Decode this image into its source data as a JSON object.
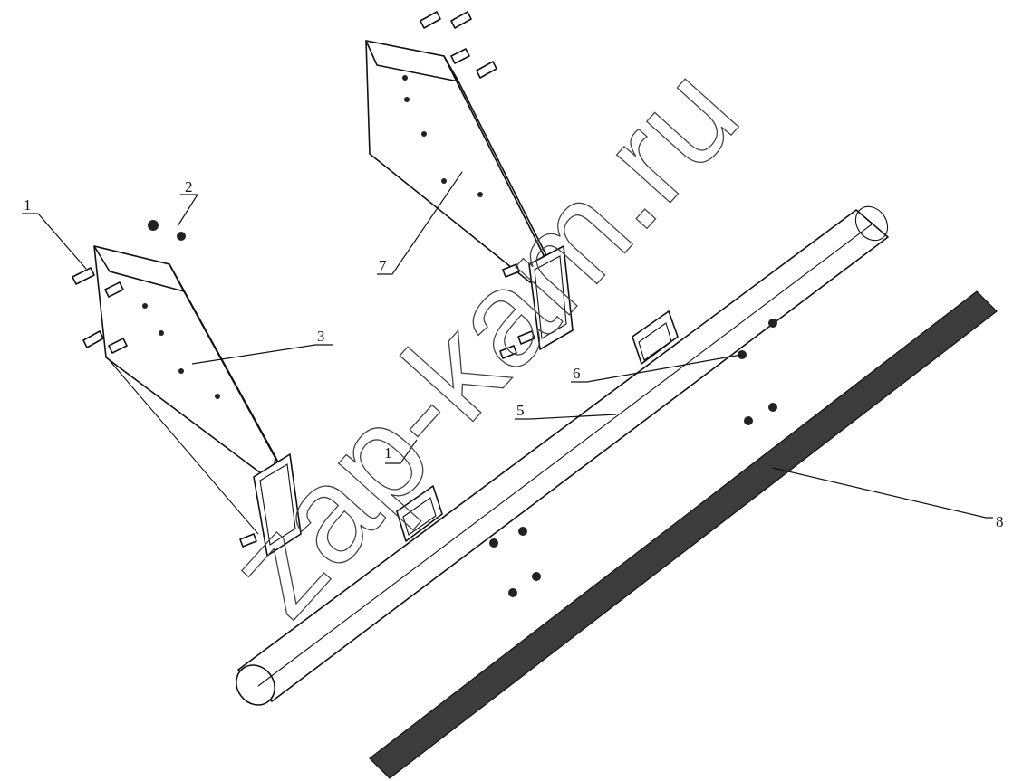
{
  "diagram": {
    "callouts": [
      {
        "id": "c1",
        "text": "1"
      },
      {
        "id": "c2",
        "text": "2"
      },
      {
        "id": "c3",
        "text": "3"
      },
      {
        "id": "c7",
        "text": "7"
      },
      {
        "id": "c6",
        "text": "6"
      },
      {
        "id": "c5",
        "text": "5"
      },
      {
        "id": "c1b",
        "text": "1"
      },
      {
        "id": "c8",
        "text": "8"
      }
    ],
    "watermark": "zap-kam.ru",
    "colors": {
      "strip": "#3c3c3c",
      "line": "#111111",
      "background": "#ffffff"
    }
  }
}
